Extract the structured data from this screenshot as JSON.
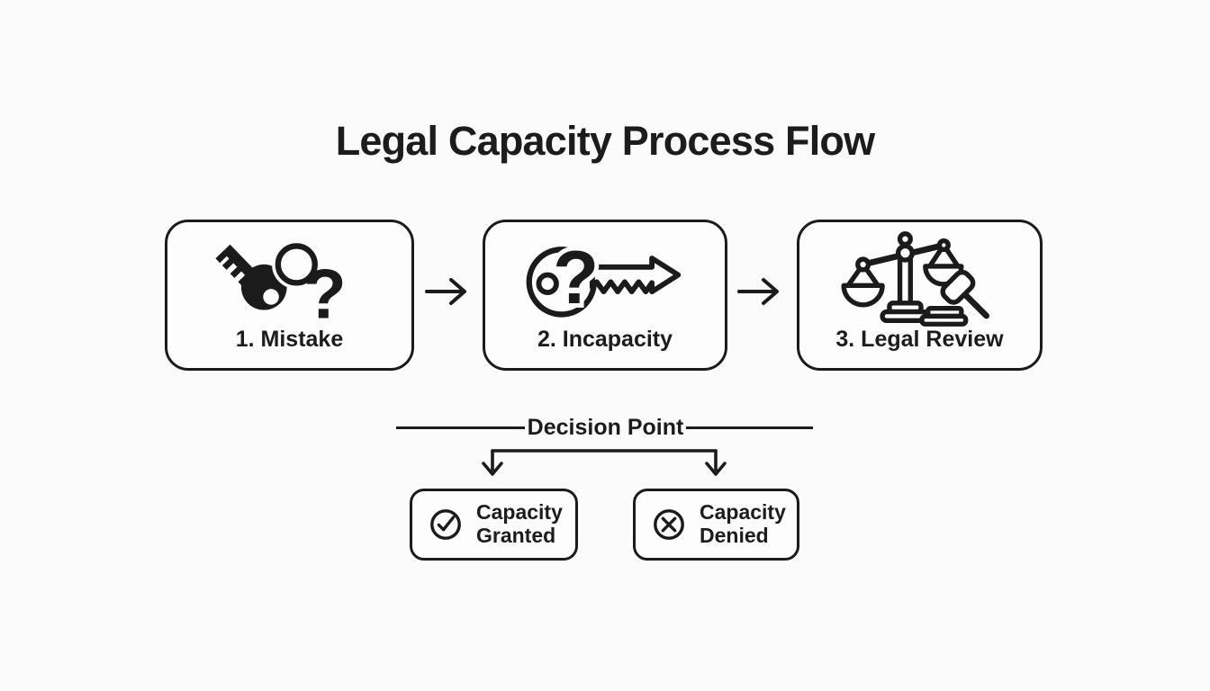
{
  "title": "Legal Capacity Process Flow",
  "steps": [
    {
      "label": "1. Mistake",
      "icon": "key-ring-question-icon"
    },
    {
      "label": "2. Incapacity",
      "icon": "key-question-icon"
    },
    {
      "label": "3. Legal Review",
      "icon": "scales-gavel-icon"
    }
  ],
  "connectors": {
    "step_arrow_icon": "arrow-right-icon",
    "branch_icon": "split-arrows-down-icon"
  },
  "decision": {
    "label": "Decision Point",
    "outcomes": [
      {
        "line1": "Capacity",
        "line2": "Granted",
        "icon": "check-circle-icon"
      },
      {
        "line1": "Capacity",
        "line2": "Denied",
        "icon": "cross-circle-icon"
      }
    ]
  },
  "glyphs": {
    "question_mark": "?"
  },
  "colors": {
    "ink": "#1b1b1b",
    "background": "#fbfbfb",
    "box_fill": "#fdfdfd"
  }
}
